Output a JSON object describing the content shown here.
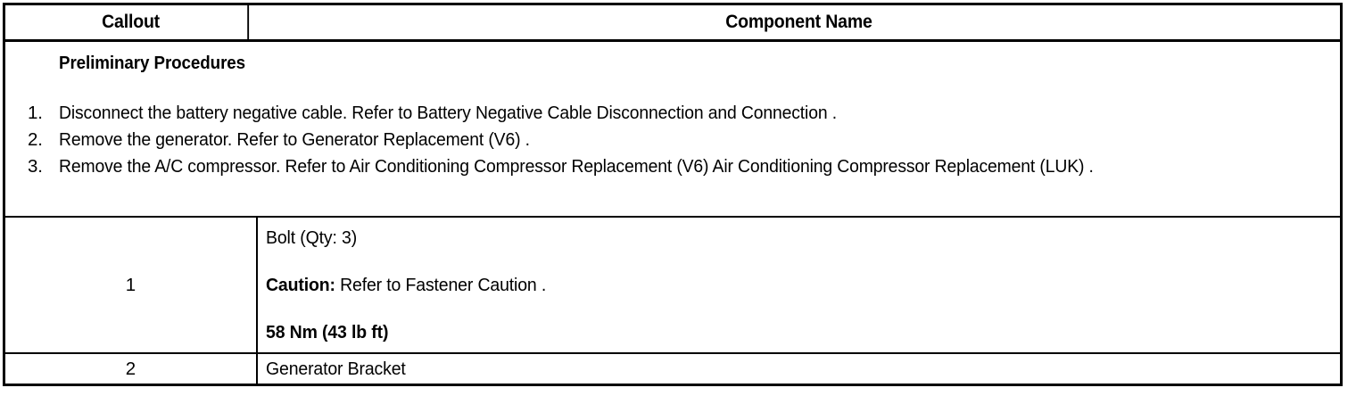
{
  "table": {
    "headers": {
      "callout": "Callout",
      "component_name": "Component Name"
    },
    "preliminary": {
      "title": "Preliminary Procedures",
      "steps": [
        {
          "number": "1.",
          "text": "Disconnect the battery negative cable. Refer to Battery Negative Cable Disconnection and Connection ."
        },
        {
          "number": "2.",
          "text": "Remove the generator. Refer to Generator Replacement (V6) ."
        },
        {
          "number": "3.",
          "text": "Remove the A/C compressor. Refer to Air Conditioning Compressor Replacement (V6) Air Conditioning Compressor Replacement (LUK) ."
        }
      ]
    },
    "rows": [
      {
        "callout": "1",
        "name": "Bolt (Qty: 3)",
        "caution_label": "Caution:",
        "caution_text": " Refer to Fastener Caution .",
        "torque": "58 Nm (43 lb ft)"
      },
      {
        "callout": "2",
        "name": "Generator Bracket"
      }
    ]
  },
  "colors": {
    "border": "#000000",
    "text": "#000000",
    "background": "#ffffff"
  }
}
